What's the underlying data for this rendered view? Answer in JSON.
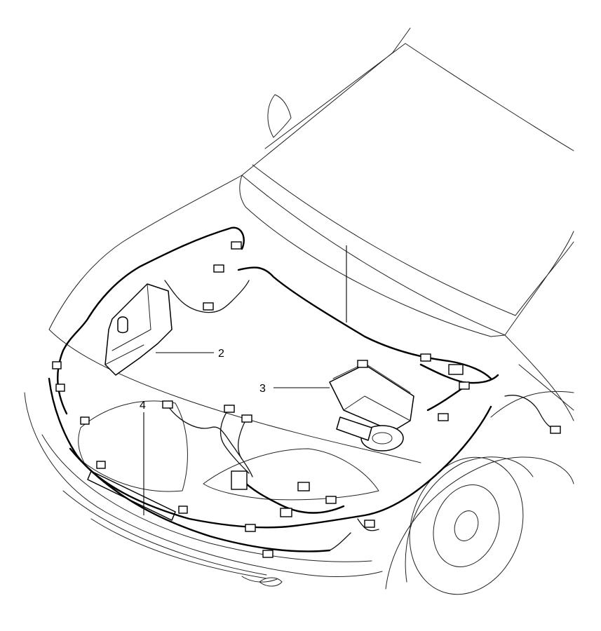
{
  "callouts": [
    {
      "id": "callout-2",
      "label": "2"
    },
    {
      "id": "callout-3",
      "label": "3"
    },
    {
      "id": "callout-4",
      "label": "4"
    }
  ]
}
